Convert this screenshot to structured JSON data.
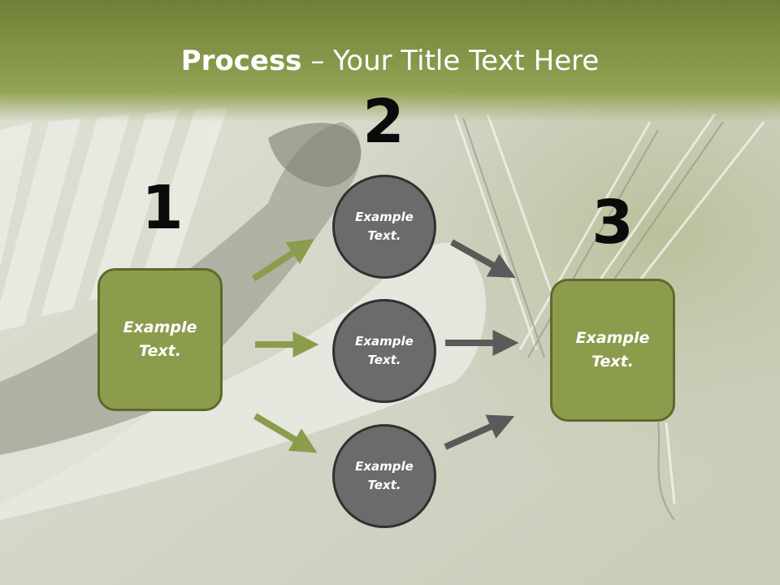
{
  "title": {
    "bold": "Process",
    "rest": " – Your Title Text Here"
  },
  "steps": {
    "one": "1",
    "two": "2",
    "three": "3"
  },
  "boxes": {
    "left": "Example Text.",
    "right": "Example Text."
  },
  "circles": {
    "top": "Example Text.",
    "middle": "Example Text.",
    "bottom": "Example Text."
  },
  "colors": {
    "header_green": "#8c9c4d",
    "box_fill": "#8c9c4d",
    "box_border": "#5e6a2c",
    "circle_fill": "#6b6b6b",
    "circle_border": "#303030",
    "green_arrow": "#8c9c4d",
    "gray_arrow": "#5a5a5a"
  }
}
